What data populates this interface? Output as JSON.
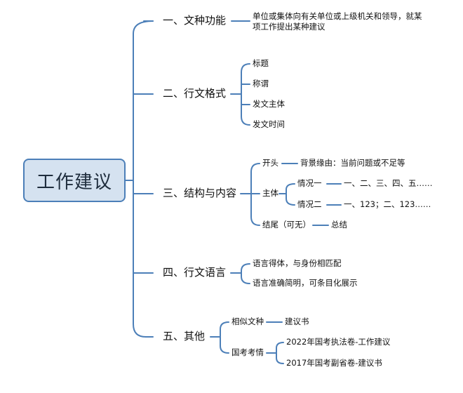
{
  "root": {
    "label": "工作建议"
  },
  "branches": [
    {
      "label": "一、文种功能",
      "children": [
        {
          "label": "单位或集体向有关单位或上级机关和领导，就某项工作提出某种建议"
        }
      ]
    },
    {
      "label": "二、行文格式",
      "children": [
        {
          "label": "标题"
        },
        {
          "label": "称谓"
        },
        {
          "label": "发文主体"
        },
        {
          "label": "发文时间"
        }
      ]
    },
    {
      "label": "三、结构与内容",
      "children": [
        {
          "label": "开头",
          "children": [
            {
              "label": "背景缘由：当前问题或不足等"
            }
          ]
        },
        {
          "label": "主体",
          "children": [
            {
              "label": "情况一",
              "children": [
                {
                  "label": "一、二、三、四、五……"
                }
              ]
            },
            {
              "label": "情况二",
              "children": [
                {
                  "label": "一、123；二、123……"
                }
              ]
            }
          ]
        },
        {
          "label": "结尾（可无）",
          "children": [
            {
              "label": "总结"
            }
          ]
        }
      ]
    },
    {
      "label": "四、行文语言",
      "children": [
        {
          "label": "语言得体，与身份相匹配"
        },
        {
          "label": "语言准确简明，可条目化展示"
        }
      ]
    },
    {
      "label": "五、其他",
      "children": [
        {
          "label": "相似文种",
          "children": [
            {
              "label": "建议书"
            }
          ]
        },
        {
          "label": "国考考情",
          "children": [
            {
              "label": "2022年国考执法卷-工作建议"
            },
            {
              "label": "2017年国考副省卷-建议书"
            }
          ]
        }
      ]
    }
  ],
  "colors": {
    "connector": "#4c7fb8",
    "root_fill": "#d5e2f0",
    "root_border": "#4c7fb8"
  }
}
